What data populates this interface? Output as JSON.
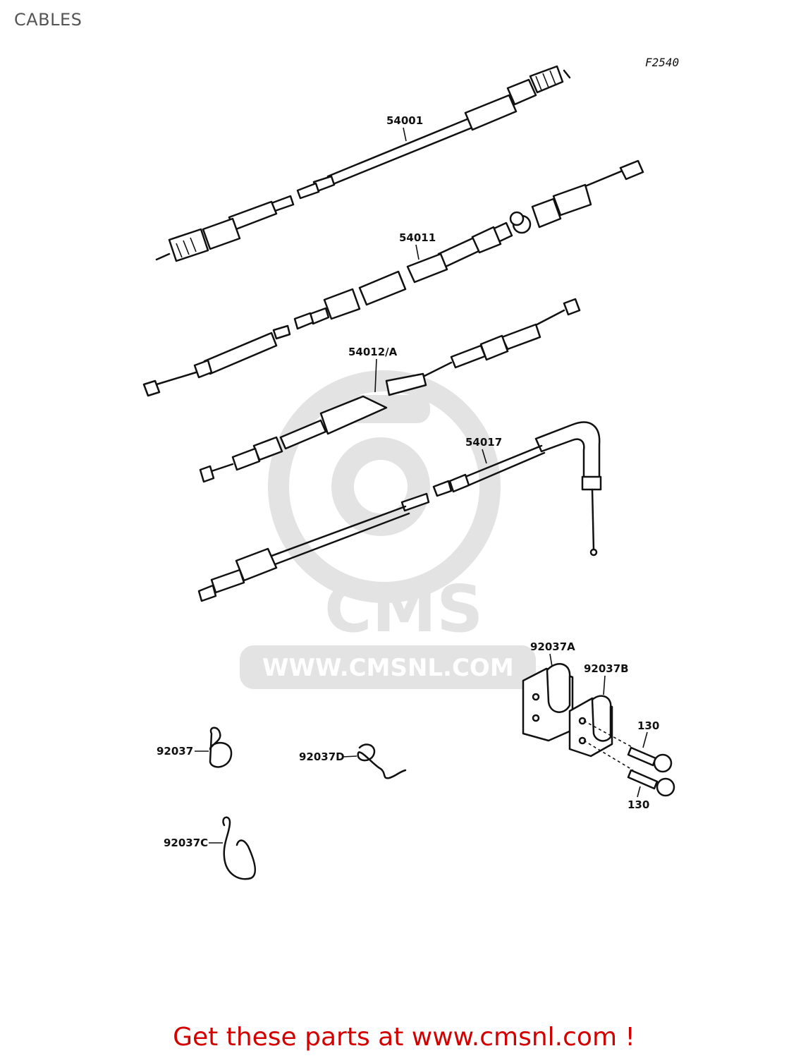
{
  "page_title": "CABLES",
  "figure_code": "F2540",
  "watermark_text": "WWW.CMSNL.COM",
  "watermark_logo": "CMS",
  "parts": {
    "p54001": "54001",
    "p54011": "54011",
    "p54012A": "54012/A",
    "p54017": "54017",
    "p92037A": "92037A",
    "p92037B": "92037B",
    "p130_top": "130",
    "p130_bottom": "130",
    "p92037": "92037",
    "p92037D": "92037D",
    "p92037C": "92037C"
  },
  "footer": {
    "text": "Get these parts at www.cmsnl.com !",
    "color": "#d40000"
  }
}
